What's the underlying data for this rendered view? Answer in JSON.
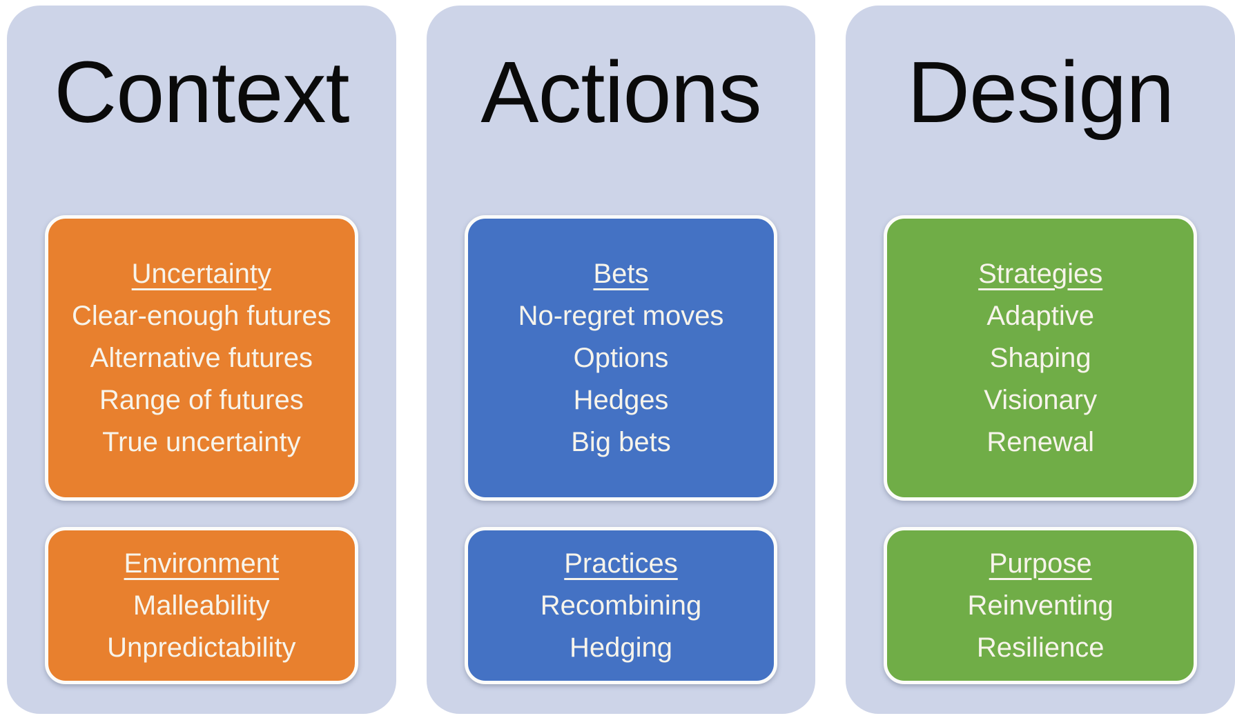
{
  "page": {
    "background": "#ffffff",
    "panel_color": "#CDD4E8",
    "box_border_color": "#FCFCFA",
    "box_text_color": "#F7F4EB",
    "title_color": "#0a0a0a"
  },
  "columns": [
    {
      "id": "context",
      "title": "Context",
      "accent": "#E8802E",
      "boxes": [
        {
          "heading": "Uncertainty",
          "items": [
            "Clear-enough futures",
            "Alternative futures",
            "Range of futures",
            "True uncertainty"
          ]
        },
        {
          "heading": "Environment",
          "items": [
            "Malleability",
            "Unpredictability"
          ]
        }
      ]
    },
    {
      "id": "actions",
      "title": "Actions",
      "accent": "#4472C4",
      "boxes": [
        {
          "heading": "Bets",
          "items": [
            "No-regret moves",
            "Options",
            "Hedges",
            "Big bets"
          ]
        },
        {
          "heading": "Practices",
          "items": [
            "Recombining",
            "Hedging"
          ]
        }
      ]
    },
    {
      "id": "design",
      "title": "Design",
      "accent": "#70AD47",
      "boxes": [
        {
          "heading": "Strategies",
          "items": [
            "Adaptive",
            "Shaping",
            "Visionary",
            "Renewal"
          ]
        },
        {
          "heading": "Purpose",
          "items": [
            "Reinventing",
            "Resilience"
          ]
        }
      ]
    }
  ]
}
